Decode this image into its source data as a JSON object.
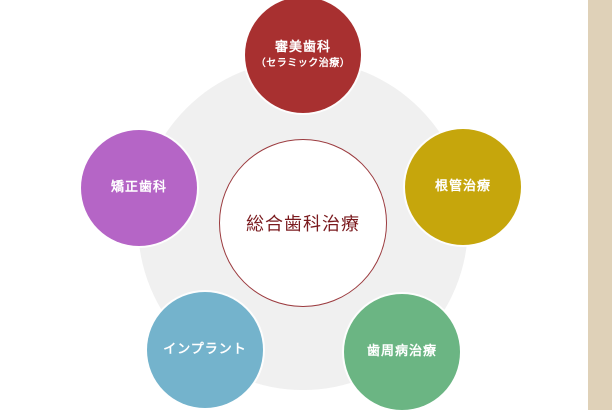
{
  "diagram": {
    "center": {
      "label": "総合歯科治療",
      "color": "#7a1a1e",
      "border_color": "#9b3a3e"
    },
    "background_circle_color": "#f0f0f0",
    "side_strip_color": "#dfd1b8",
    "nodes": [
      {
        "label": "審美歯科",
        "sub": "（セラミック治療）",
        "color": "#a83030"
      },
      {
        "label": "根管治療",
        "sub": "",
        "color": "#c6a60c"
      },
      {
        "label": "歯周病治療",
        "sub": "",
        "color": "#6bb583"
      },
      {
        "label": "インプラント",
        "sub": "",
        "color": "#74b3cc"
      },
      {
        "label": "矯正歯科",
        "sub": "",
        "color": "#b565c6"
      }
    ]
  }
}
